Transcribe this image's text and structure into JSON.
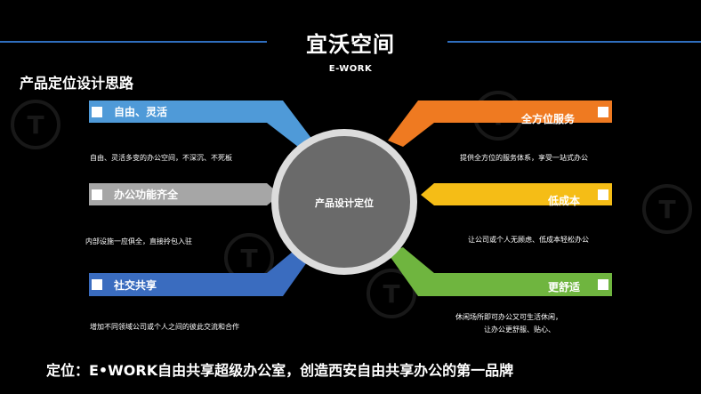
{
  "header": {
    "title": "宜沃空间",
    "subtitle": "E-WORK"
  },
  "section_heading": "产品定位设计思路",
  "hub": {
    "label": "产品设计定位"
  },
  "left_items": [
    {
      "label": "自由、灵活",
      "desc": "自由、灵活多变的办公空间，不深沉、不死板",
      "color": "#4f9ad8"
    },
    {
      "label": "办公功能齐全",
      "desc": "内部设施一应俱全，直接拎包入驻",
      "color": "#a6a6a6"
    },
    {
      "label": "社交共享",
      "desc": "增加不同领域公司或个人之间的彼此交流和合作",
      "color": "#3a6cbf"
    }
  ],
  "right_items": [
    {
      "label": "全方位服务",
      "desc": "提供全方位的服务体系，享受一站式办公",
      "color": "#ef7a21"
    },
    {
      "label": "低成本",
      "desc": "让公司或个人无顾虑、低成本轻松办公",
      "color": "#f5bd16"
    },
    {
      "label": "更舒适",
      "desc_lines": [
        "休闲场所即可办公又可生活休闲，",
        "让办公更舒服、贴心、"
      ],
      "color": "#6fb53f"
    }
  ],
  "footer": "定位：E•WORK自由共享超级办公室，创造西安自由共享办公的第一品牌"
}
